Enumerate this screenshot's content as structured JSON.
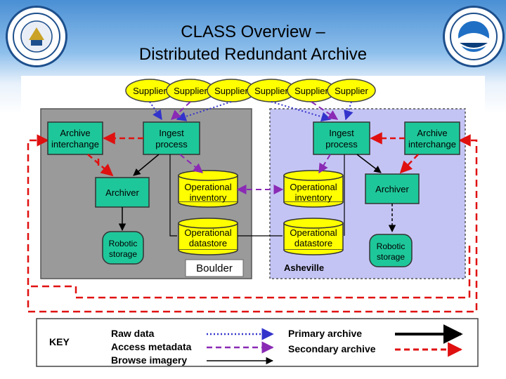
{
  "title": {
    "line1": "CLASS Overview –",
    "line2": "Distributed Redundant Archive"
  },
  "suppliers": [
    "Supplier",
    "Supplier",
    "Supplier",
    "Supplier",
    "Supplier",
    "Supplier"
  ],
  "boulder": {
    "label": "Boulder",
    "archive_interchange": [
      "Archive",
      "interchange"
    ],
    "ingest_process": [
      "Ingest",
      "process"
    ],
    "archiver": "Archiver",
    "operational_inventory": [
      "Operational",
      "inventory"
    ],
    "operational_datastore": [
      "Operational",
      "datastore"
    ],
    "robotic_storage": [
      "Robotic",
      "storage"
    ]
  },
  "asheville": {
    "label": "Asheville",
    "archive_interchange": [
      "Archive",
      "interchange"
    ],
    "ingest_process": [
      "Ingest",
      "process"
    ],
    "archiver": "Archiver",
    "operational_inventory": [
      "Operational",
      "inventory"
    ],
    "operational_datastore": [
      "Operational",
      "datastore"
    ],
    "robotic_storage": [
      "Robotic",
      "storage"
    ]
  },
  "key": {
    "title": "KEY",
    "raw_data": "Raw data",
    "access_metadata": "Access metadata",
    "browse_imagery": "Browse imagery",
    "primary_archive": "Primary archive",
    "secondary_archive": "Secondary archive"
  },
  "colors": {
    "process_box": "#1ec79a",
    "supplier": "#ffff00",
    "boulder_bg": "#9a9a9a",
    "asheville_bg": "#c4c4f4",
    "db_fill": "#ffff00",
    "db_fill_ash": "#ffff00",
    "raw_data": "#3333cc",
    "access_metadata": "#8a2ab5",
    "secondary_archive": "#e01010"
  }
}
